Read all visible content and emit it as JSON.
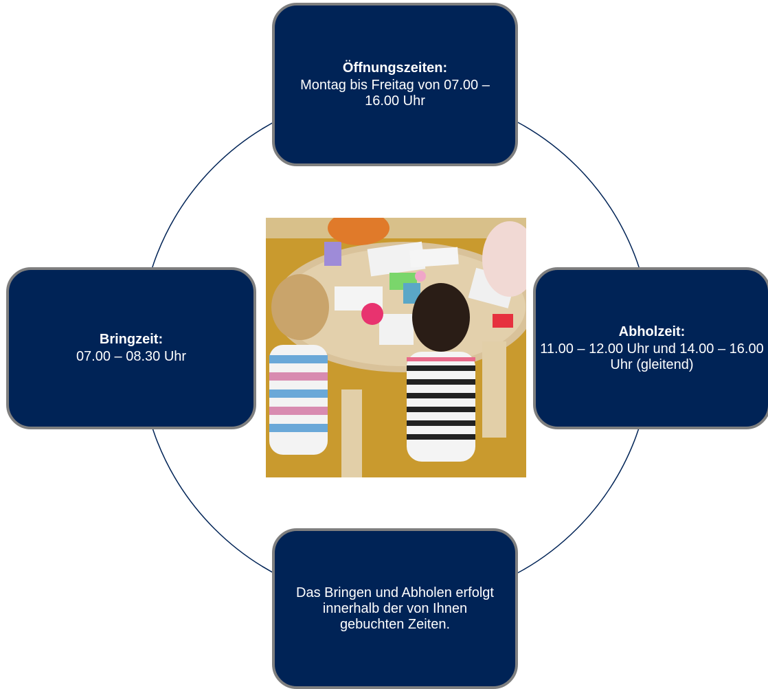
{
  "diagram": {
    "colors": {
      "box_fill": "#002356",
      "box_border": "#7f7f7f",
      "ring": "#002356",
      "text": "#ffffff"
    },
    "top": {
      "title": "Öffnungszeiten:",
      "text": "Montag bis Freitag von 07.00 – 16.00 Uhr"
    },
    "left": {
      "title": "Bringzeit:",
      "text": "07.00 – 08.30 Uhr"
    },
    "right": {
      "title": "Abholzeit:",
      "text": "11.00 – 12.00 Uhr und 14.00 – 16.00 Uhr (gleitend)"
    },
    "bottom": {
      "text": "Das Bringen und Abholen erfolgt innerhalb der von Ihnen gebuchten Zeiten."
    },
    "center_image": "photo of children crafting at a round table"
  }
}
